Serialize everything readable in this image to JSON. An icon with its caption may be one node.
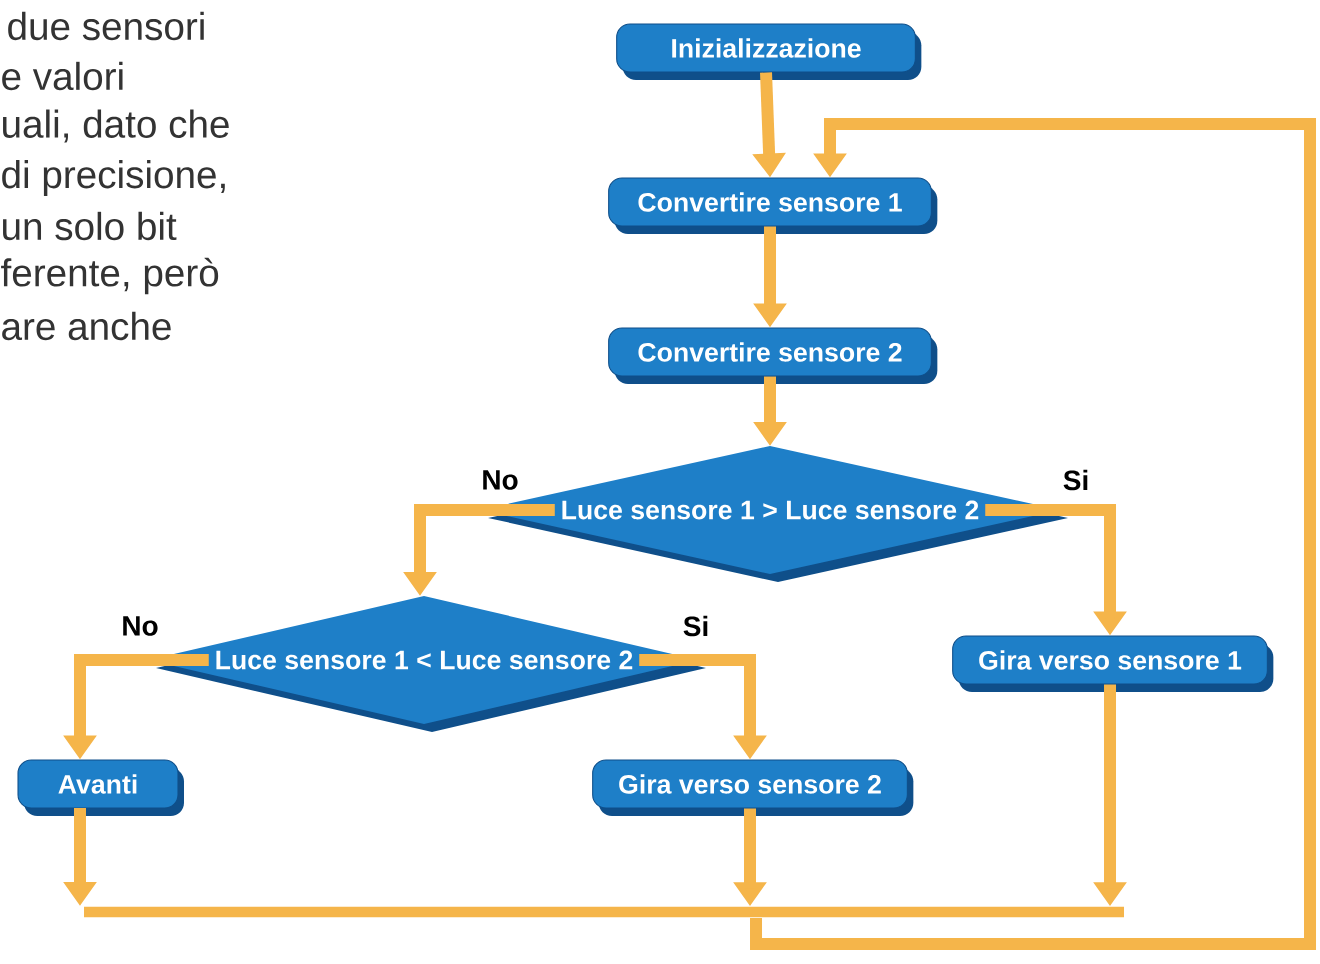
{
  "diagram": {
    "nodes": [
      {
        "text": [
          "Inizializzazione"
        ]
      },
      {
        "text": [
          "Convertire sensore 1"
        ]
      },
      {
        "text": [
          "Convertire sensore 2"
        ]
      },
      {
        "text": [
          "Luce sensore 1 > Luce sensore 2"
        ]
      },
      {
        "text": [
          "Luce sensore 1 < Luce sensore 2"
        ]
      },
      {
        "text": [
          "Gira verso sensore 1"
        ]
      },
      {
        "text": [
          "Avanti"
        ]
      },
      {
        "text": [
          "Gira verso sensore 2"
        ]
      },
      {
        "text": [],
        "shape": "bar"
      }
    ],
    "edges": [
      {
        "from": 0,
        "to": 1,
        "arrow": "to"
      },
      {
        "from": 1,
        "to": 2,
        "arrow": "to"
      },
      {
        "from": 2,
        "to": 3,
        "arrow": "to"
      },
      {
        "from": 3,
        "to": 4,
        "arrow": "to",
        "label": "No"
      },
      {
        "from": 3,
        "to": 5,
        "arrow": "to",
        "label": "Si"
      },
      {
        "from": 4,
        "to": 6,
        "arrow": "to",
        "label": "No"
      },
      {
        "from": 4,
        "to": 7,
        "arrow": "to",
        "label": "Si"
      },
      {
        "from": 6,
        "to": 8,
        "arrow": "to"
      },
      {
        "from": 7,
        "to": 8,
        "arrow": "to"
      },
      {
        "from": 5,
        "to": 8,
        "arrow": "to"
      },
      {
        "from": 8,
        "to": 1,
        "arrow": "to"
      }
    ],
    "labels": [
      "due sensori",
      "e valori",
      "uali, dato che",
      "di precisione,",
      "un solo bit",
      "ferente, però",
      "are anche"
    ]
  }
}
